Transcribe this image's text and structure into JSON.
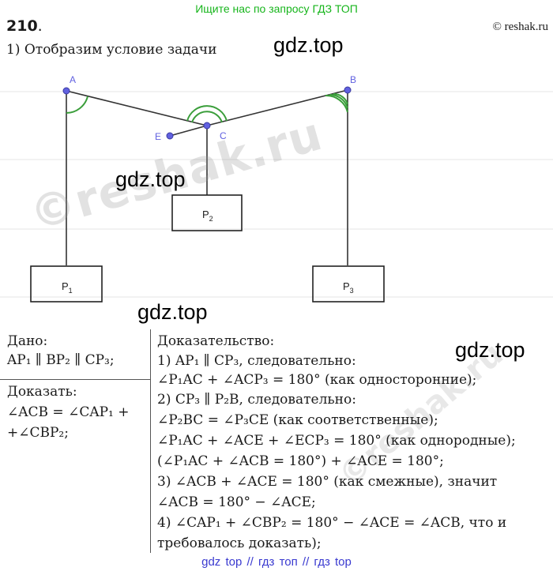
{
  "banner": "Ищите нас по запросу ГДЗ ТОП",
  "footer": "gdz top  //  гдз топ  //  гдз top",
  "problem_number": "210",
  "copyright": "© reshak.ru",
  "step1_text": "1) Отобразим условие задачи",
  "watermarks": {
    "gdz": "gdz.top",
    "reshak": "©reshak.ru"
  },
  "diagram": {
    "points": {
      "A": "A",
      "B": "B",
      "C": "C",
      "E": "E"
    },
    "weights": {
      "p1": "P",
      "p1_sub": "1",
      "p2": "P",
      "p2_sub": "2",
      "p3": "P",
      "p3_sub": "3"
    },
    "colors": {
      "point": "#6161e0",
      "angle": "#3a9e3a",
      "grid": "#e4e4e4",
      "line": "#333333"
    }
  },
  "given": {
    "label": "Дано:",
    "statement": "AP₁ ∥ BP₂ ∥ CP₃;"
  },
  "prove": {
    "label": "Доказать:",
    "line1": "∠ACB = ∠CAP₁ +",
    "line2": "+∠CBP₂;"
  },
  "proof": {
    "label": "Доказательство:",
    "lines": [
      "1) AP₁ ∥ CP₃, следовательно:",
      "∠P₁AC + ∠ACP₃ = 180° (как односторонние);",
      "2) CP₃ ∥ P₂B, следовательно:",
      "∠P₂BC = ∠P₃CE (как соответственные);",
      "∠P₁AC + ∠ACE + ∠ECP₃ = 180° (как однородные);",
      "(∠P₁AC + ∠ACB = 180°) + ∠ACE = 180°;",
      "3) ∠ACB + ∠ACE = 180° (как смежные), значит",
      "∠ACB = 180° − ∠ACE;",
      "4) ∠CAP₁ + ∠CBP₂ = 180° − ∠ACE = ∠ACB, что и",
      "требовалось доказать);"
    ]
  }
}
